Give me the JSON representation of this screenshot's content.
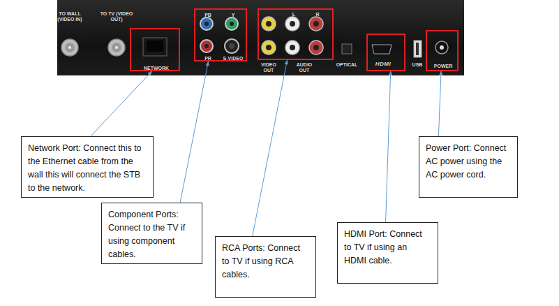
{
  "diagram": {
    "nodes": [
      {
        "text": [
          "TO WALL (VIDEO IN)",
          "TO TV (VIDEO OUT)",
          "VIDEO OUT",
          "AUDIO OUT",
          "OPTICAL",
          "USB"
        ]
      },
      {
        "text": [
          "NETWORK"
        ],
        "in": 0
      },
      {
        "text": [
          "PB",
          "Y",
          "PR",
          "S-VIDEO"
        ],
        "in": 0
      },
      {
        "text": [
          "L",
          "R"
        ],
        "in": 0
      },
      {
        "text": [
          "HDMI"
        ],
        "in": 0
      },
      {
        "text": [
          "POWER"
        ],
        "in": 0
      },
      {
        "text": [
          "Network Port: Connect this to the Ethernet cable from the wall this will connect the STB to the network."
        ]
      },
      {
        "text": [
          "Power Port: Connect AC power using the AC power cord."
        ]
      },
      {
        "text": [
          "Component Ports: Connect to the TV if using component cables."
        ]
      },
      {
        "text": [
          "HDMI Port: Connect to TV if using an HDMI cable."
        ]
      },
      {
        "text": [
          "RCA Ports: Connect to TV if using RCA cables."
        ]
      }
    ],
    "edges": [
      {
        "from": 6,
        "to": 1,
        "arrow": "to"
      },
      {
        "from": 7,
        "to": 5,
        "arrow": "to"
      },
      {
        "from": 8,
        "to": 2,
        "arrow": "to"
      },
      {
        "from": 9,
        "to": 4,
        "arrow": "to"
      },
      {
        "from": 10,
        "to": 3,
        "arrow": "to"
      }
    ]
  }
}
